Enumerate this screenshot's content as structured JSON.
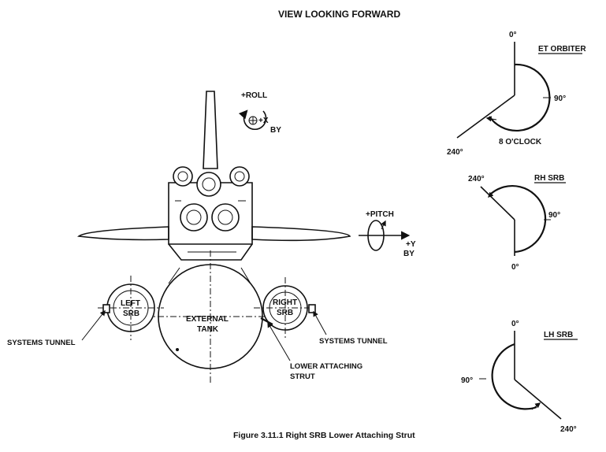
{
  "title": "VIEW LOOKING FORWARD",
  "caption": "Figure 3.11.1  Right SRB Lower Attaching Strut",
  "vehicle": {
    "roll_label": "+ROLL",
    "x_label": "+X",
    "x_sub": "BY",
    "pitch_label": "+PITCH",
    "y_label": "+Y",
    "y_sub": "BY",
    "left_srb": [
      "LEFT",
      "SRB"
    ],
    "right_srb": [
      "RIGHT",
      "SRB"
    ],
    "external_tank": [
      "EXTERNAL",
      "TANK"
    ],
    "systems_tunnel_left": "SYSTEMS TUNNEL",
    "systems_tunnel_right": "SYSTEMS TUNNEL",
    "lower_strut": [
      "LOWER ATTACHING",
      "STRUT"
    ]
  },
  "dials": {
    "et_orbiter": {
      "title": "ET ORBITER",
      "top": "0°",
      "right": "90°",
      "bottom_left": "240°",
      "note": "8 O'CLOCK"
    },
    "rh_srb": {
      "title": "RH SRB",
      "top_left": "240°",
      "right": "90°",
      "bottom": "0°"
    },
    "lh_srb": {
      "title": "LH SRB",
      "top": "0°",
      "left": "90°",
      "bottom_right": "240°"
    }
  }
}
